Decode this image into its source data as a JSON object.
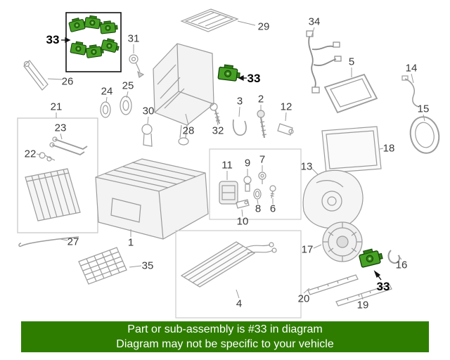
{
  "diagram": {
    "type": "exploded-parts-diagram",
    "subject": "HVAC heater / evaporator assembly",
    "highlighted_part_number": "33",
    "highlight_color": "#46a024",
    "line_color": "#9b9b9b"
  },
  "banner": {
    "line1": "Part or sub-assembly is #33 in diagram",
    "line2": "Diagram may not be specific to your vehicle",
    "background_color": "#2e7d00",
    "text_color": "#ffffff"
  },
  "callouts": [
    {
      "id": "33-top-left",
      "label": "33",
      "highlight": true
    },
    {
      "id": "31",
      "label": "31"
    },
    {
      "id": "29",
      "label": "29"
    },
    {
      "id": "34",
      "label": "34"
    },
    {
      "id": "5",
      "label": "5"
    },
    {
      "id": "14",
      "label": "14"
    },
    {
      "id": "33-middle",
      "label": "33",
      "highlight": true
    },
    {
      "id": "26",
      "label": "26"
    },
    {
      "id": "25",
      "label": "25"
    },
    {
      "id": "24",
      "label": "24"
    },
    {
      "id": "2",
      "label": "2"
    },
    {
      "id": "3",
      "label": "3"
    },
    {
      "id": "12",
      "label": "12"
    },
    {
      "id": "15",
      "label": "15"
    },
    {
      "id": "30",
      "label": "30"
    },
    {
      "id": "21",
      "label": "21"
    },
    {
      "id": "23",
      "label": "23"
    },
    {
      "id": "28",
      "label": "28"
    },
    {
      "id": "32",
      "label": "32"
    },
    {
      "id": "18",
      "label": "18"
    },
    {
      "id": "22",
      "label": "22"
    },
    {
      "id": "7",
      "label": "7"
    },
    {
      "id": "9",
      "label": "9"
    },
    {
      "id": "11",
      "label": "11"
    },
    {
      "id": "13",
      "label": "13"
    },
    {
      "id": "8",
      "label": "8"
    },
    {
      "id": "6",
      "label": "6"
    },
    {
      "id": "10",
      "label": "10"
    },
    {
      "id": "1",
      "label": "1"
    },
    {
      "id": "27",
      "label": "27"
    },
    {
      "id": "17",
      "label": "17"
    },
    {
      "id": "35",
      "label": "35"
    },
    {
      "id": "16",
      "label": "16"
    },
    {
      "id": "33-bottom",
      "label": "33",
      "highlight": true
    },
    {
      "id": "20",
      "label": "20"
    },
    {
      "id": "4",
      "label": "4"
    },
    {
      "id": "19",
      "label": "19"
    }
  ]
}
